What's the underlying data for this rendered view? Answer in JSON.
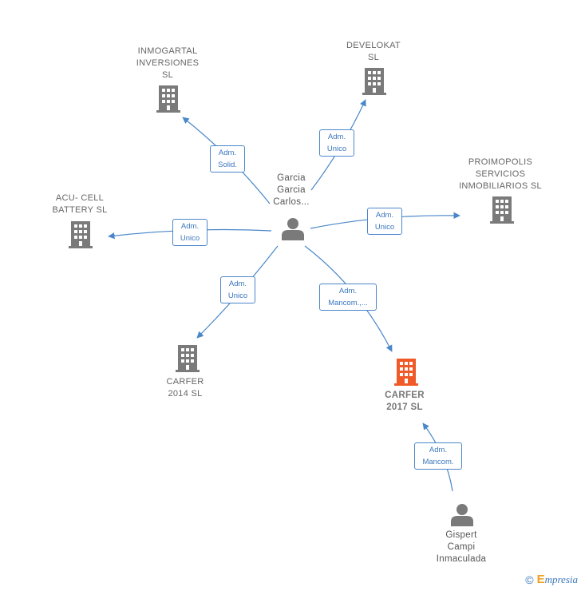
{
  "nodes": {
    "center_person": {
      "label": "Garcia\nGarcia\nCarlos..."
    },
    "inmogartal": {
      "label": "INMOGARTAL\nINVERSIONES\nSL"
    },
    "develokat": {
      "label": "DEVELOKAT\nSL"
    },
    "proimopolis": {
      "label": "PROIMOPOLIS\nSERVICIOS\nINMOBILIARIOS SL"
    },
    "acu_cell": {
      "label": "ACU- CELL\nBATTERY  SL"
    },
    "carfer_2014": {
      "label": "CARFER\n2014  SL"
    },
    "carfer_2017": {
      "label": "CARFER\n2017  SL"
    },
    "gispert": {
      "label": "Gispert\nCampi\nInmaculada"
    }
  },
  "edges": {
    "inmogartal": "Adm.\nSolid.",
    "develokat": "Adm.\nUnico",
    "proimopolis": "Adm.\nUnico",
    "acu_cell": "Adm.\nUnico",
    "carfer_2014": "Adm.\nUnico",
    "carfer_2017": "Adm.\nMancom.,...",
    "gispert": "Adm.\nMancom."
  },
  "colors": {
    "edge": "#4a87c9",
    "company_icon": "#7a7a7a",
    "focus_icon": "#f05a28",
    "person_icon": "#7a7a7a"
  },
  "footer": {
    "copyright": "©",
    "brand_initial": "E",
    "brand_rest": "mpresia"
  }
}
